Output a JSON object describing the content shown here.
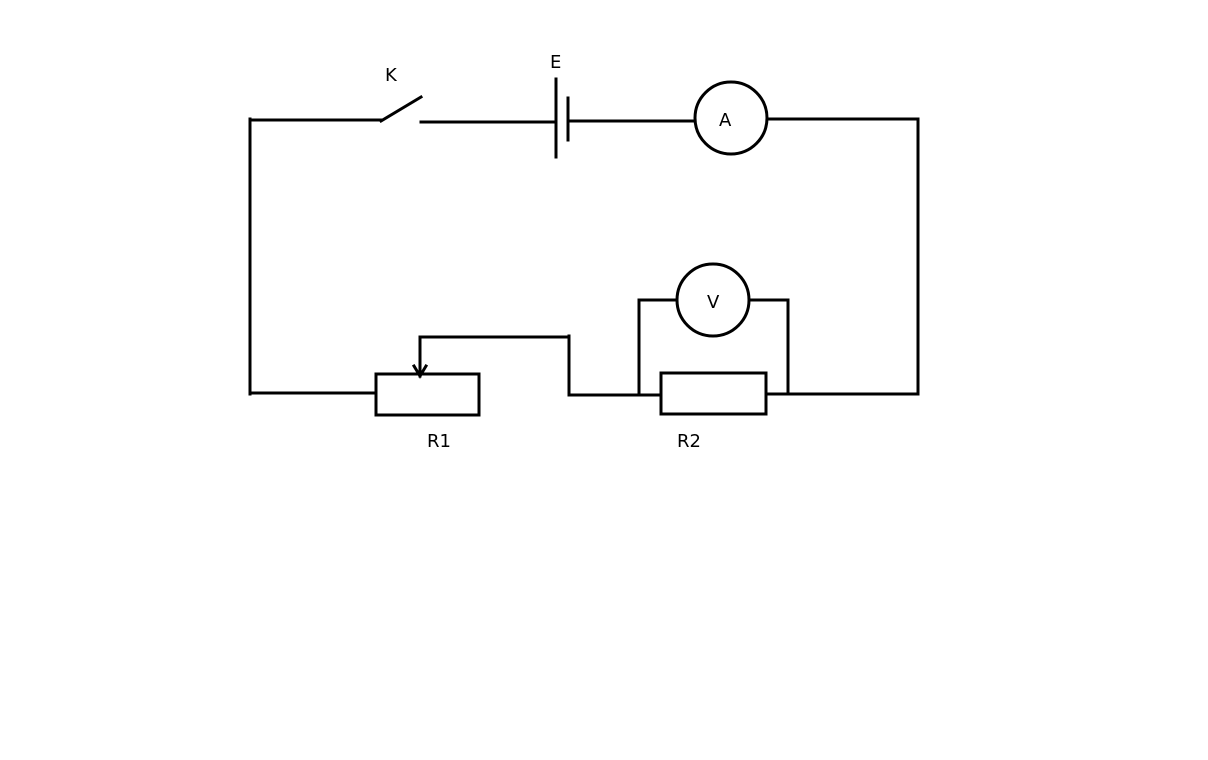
{
  "labels": {
    "switch": "K",
    "battery": "E",
    "ammeter": "A",
    "voltmeter": "V",
    "rheostat": "R1",
    "resistor": "R2"
  },
  "colors": {
    "line": "#000000",
    "background": "#ffffff"
  }
}
